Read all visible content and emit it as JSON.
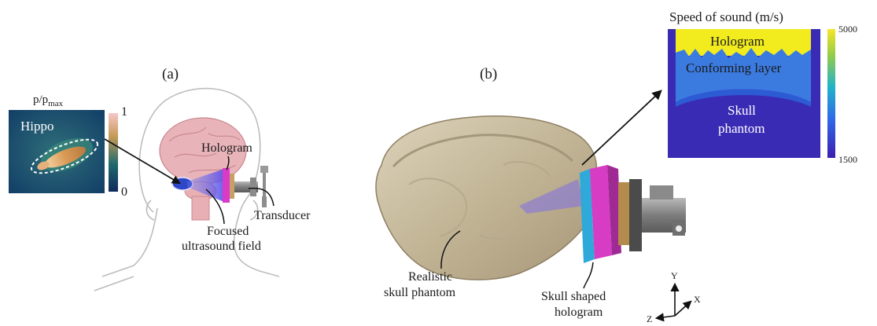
{
  "panel_a": {
    "label": "(a)",
    "heatmap": {
      "title_base": "p/p",
      "title_sub": "max",
      "region_label": "Hippo",
      "colorbar_max": "1",
      "colorbar_min": "0"
    },
    "hologram_label": "Hologram",
    "transducer_label": "Transducer",
    "field_label_line1": "Focused",
    "field_label_line2": "ultrasound field"
  },
  "panel_b": {
    "label": "(b)",
    "inset": {
      "title": "Speed of sound (m/s)",
      "layer_top": "Hologram",
      "layer_mid": "Conforming layer",
      "layer_bottom_line1": "Skull",
      "layer_bottom_line2": "phantom",
      "colorbar_max": "5000",
      "colorbar_min": "1500"
    },
    "phantom_label_line1": "Realistic",
    "phantom_label_line2": "skull phantom",
    "hologram_label_line1": "Skull shaped",
    "hologram_label_line2": "hologram",
    "axes": {
      "y": "Y",
      "x": "X",
      "z": "Z"
    }
  },
  "colors": {
    "hologram_magenta": "#d63cc4",
    "conforming_cyan": "#2ea8d8",
    "inset_yellow": "#f2ec1f",
    "inset_blue": "#3b7be0",
    "inset_navy": "#3a2bb5",
    "skull": "#c9bda0"
  }
}
